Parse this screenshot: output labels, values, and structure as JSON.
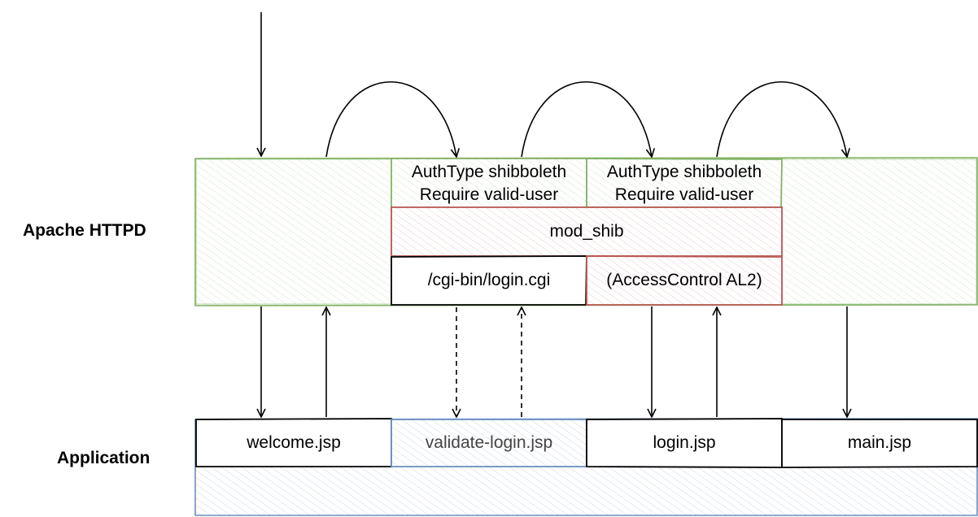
{
  "lanes": {
    "httpd": "Apache HTTPD",
    "app": "Application"
  },
  "httpd_boxes": {
    "auth1_line1": "AuthType shibboleth",
    "auth1_line2": "Require valid-user",
    "auth2_line1": "AuthType shibboleth",
    "auth2_line2": "Require valid-user",
    "mod_shib": "mod_shib",
    "login_cgi": "/cgi-bin/login.cgi",
    "access_control": "(AccessControl AL2)"
  },
  "app_boxes": {
    "welcome": "welcome.jsp",
    "validate_login": "validate-login.jsp",
    "login": "login.jsp",
    "main": "main.jsp"
  },
  "colors": {
    "httpd_border": "#82b366",
    "httpd_fill": "#d5e8d4",
    "shib_border": "#b85450",
    "shib_fill": "#f8cecc",
    "app_border": "#6c8ebf",
    "app_fill": "#dae8fc",
    "ink": "#000000"
  }
}
